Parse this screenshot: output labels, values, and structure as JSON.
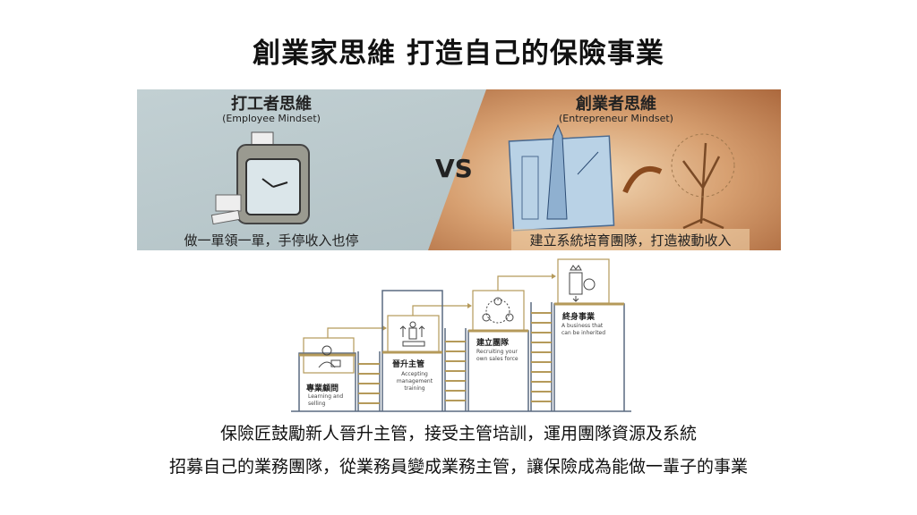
{
  "title": "創業家思維 打造自己的保險事業",
  "banner": {
    "left": {
      "heading": "打工者思維",
      "subheading": "(Employee Mindset)",
      "caption": "做一單領一單，手停收入也停"
    },
    "vs": "VS",
    "right": {
      "heading": "創業者思維",
      "subheading": "(Entrepreneur Mindset)",
      "caption": "建立系統培育團隊，打造被動收入"
    }
  },
  "stairs": [
    {
      "title": "專業顧問",
      "subtitle": "Learning and selling"
    },
    {
      "title": "晉升主管",
      "subtitle": "Accepting management training"
    },
    {
      "title": "建立團隊",
      "subtitle": "Recruiting your own sales force"
    },
    {
      "title": "終身事業",
      "subtitle": "A business that can be inherited"
    }
  ],
  "body": [
    "保險匠鼓勵新人晉升主管，接受主管培訓，運用團隊資源及系統",
    "招募自己的業務團隊，從業務員變成業務主管，讓保險成為能做一輩子的事業"
  ],
  "colors": {
    "left_bg": "#b9c8cc",
    "right_bg": "#c98a5c",
    "gold": "#b59a5a",
    "stair_line": "#5a6a80"
  }
}
